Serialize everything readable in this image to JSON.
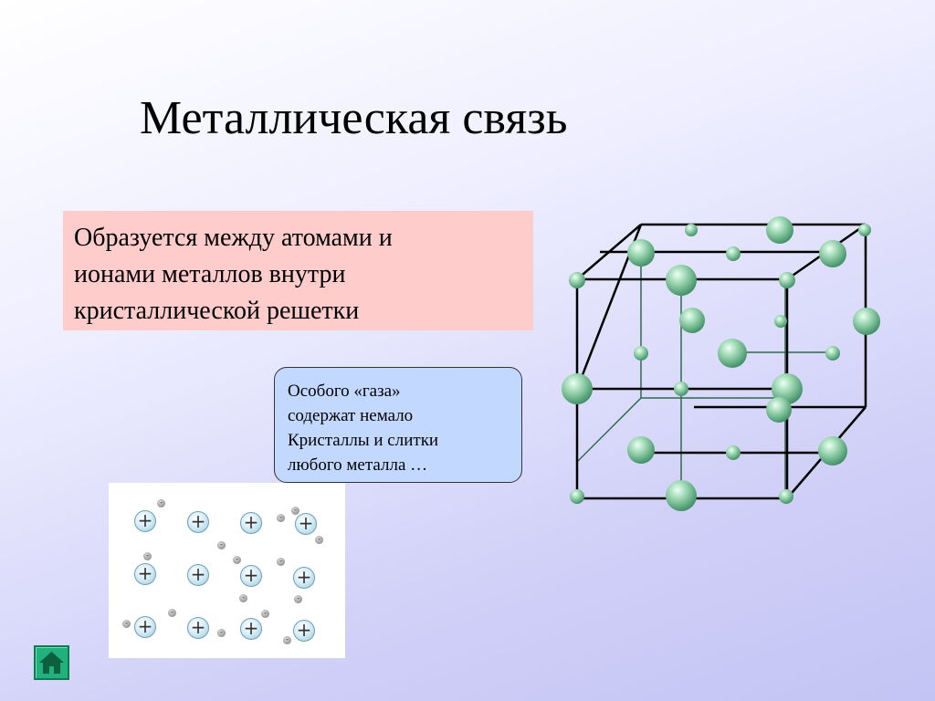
{
  "slide": {
    "title": "Металлическая связь",
    "definition_lines": [
      "Образуется между атомами и",
      "ионами металлов внутри",
      "кристаллической решетки"
    ],
    "callout_lines": [
      "Особого «газа»",
      "содержат немало",
      "Кристаллы и слитки",
      "любого металла …"
    ],
    "ion_symbol": "+",
    "electron_symbol": "-"
  },
  "navigation": {
    "home_icon": "home-icon"
  },
  "colors": {
    "definition_box": "#ffcccc",
    "callout_box": "#c2d8ff",
    "atom": "#6fbf90",
    "home_button": "#22b07c"
  }
}
